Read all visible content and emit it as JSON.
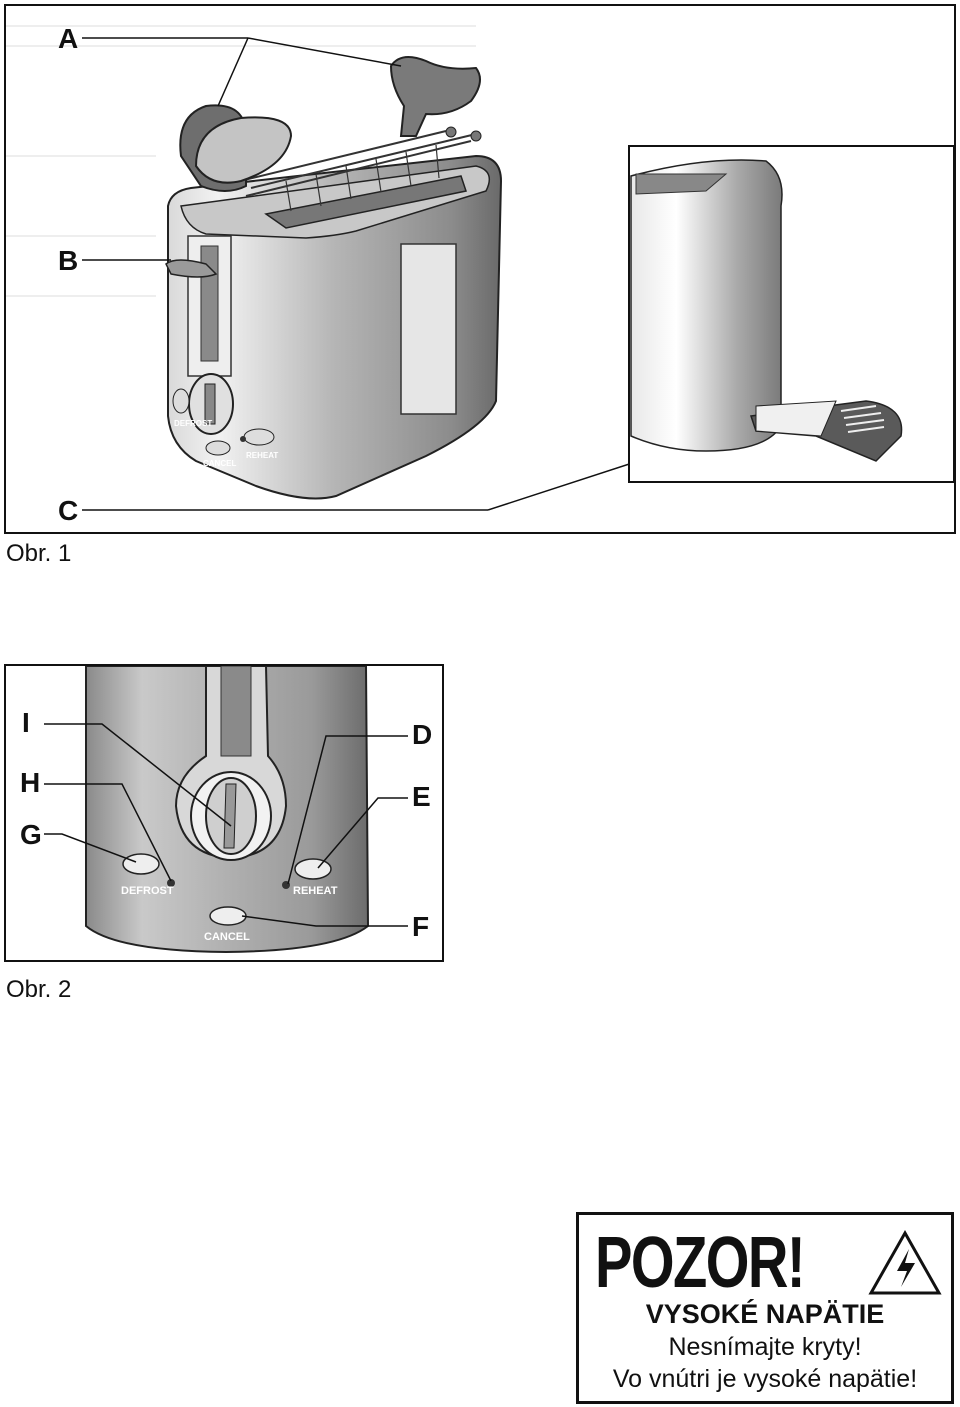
{
  "figure1": {
    "caption": "Obr. 1",
    "labels": {
      "a": "A",
      "b": "B",
      "c": "C"
    },
    "panel_texts": {
      "defrost": "DEFROST",
      "cancel": "CANCEL",
      "reheat": "REHEAT"
    }
  },
  "figure2": {
    "caption": "Obr. 2",
    "labels": {
      "i": "I",
      "h": "H",
      "g": "G",
      "d": "D",
      "e": "E",
      "f": "F"
    },
    "panel_texts": {
      "defrost": "DEFROST",
      "cancel": "CANCEL",
      "reheat": "REHEAT"
    }
  },
  "warning": {
    "title": "POZOR!",
    "line1": "VYSOKÉ NAPÄTIE",
    "line2": "Nesnímajte kryty!",
    "line3": "Vo vnútri je vysoké napätie!",
    "icon": "high-voltage-icon"
  },
  "colors": {
    "body_gray": "#9a9a9a",
    "dark_gray": "#555555",
    "ink": "#111111"
  }
}
